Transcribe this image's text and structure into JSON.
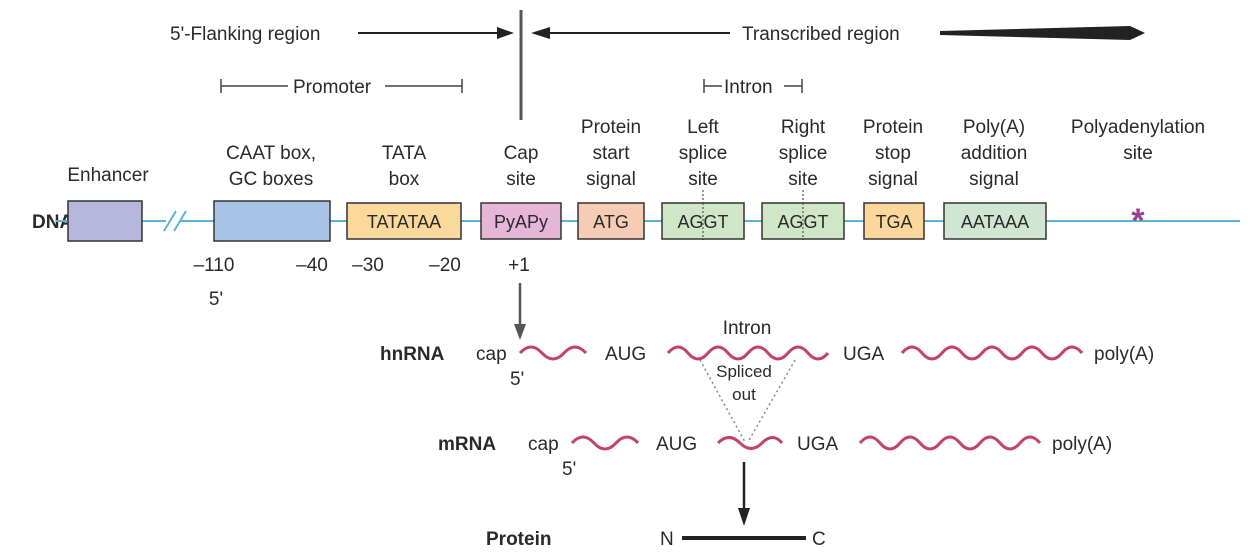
{
  "top": {
    "flanking": "5'-Flanking region",
    "transcribed": "Transcribed region",
    "promoter": "Promoter",
    "intron": "Intron"
  },
  "headers": {
    "enhancer": "Enhancer",
    "caat_1": "CAAT box,",
    "caat_2": "GC boxes",
    "tata_1": "TATA",
    "tata_2": "box",
    "cap_1": "Cap",
    "cap_2": "site",
    "pstart_1": "Protein",
    "pstart_2": "start",
    "pstart_3": "signal",
    "lsplice_1": "Left",
    "lsplice_2": "splice",
    "lsplice_3": "site",
    "rsplice_1": "Right",
    "rsplice_2": "splice",
    "rsplice_3": "site",
    "pstop_1": "Protein",
    "pstop_2": "stop",
    "pstop_3": "signal",
    "polya_1": "Poly(A)",
    "polya_2": "addition",
    "polya_3": "signal",
    "polyad_1": "Polyadenylation",
    "polyad_2": "site"
  },
  "dna": {
    "label": "DNA",
    "boxes": {
      "tata": "TATATAA",
      "cap": "PyAPy",
      "atg": "ATG",
      "left": "AGGT",
      "right": "AGGT",
      "tga": "TGA",
      "aataaa": "AATAAA"
    },
    "positions": {
      "p110": "–110",
      "p40": "–40",
      "p30": "–30",
      "p20": "–20",
      "p1": "+1",
      "five_prime": "5'"
    },
    "polyad_mark": "*"
  },
  "hnrna": {
    "label": "hnRNA",
    "cap": "cap",
    "five_prime": "5'",
    "aug": "AUG",
    "intron": "Intron",
    "uga": "UGA",
    "polya": "poly(A)",
    "spliced_1": "Spliced",
    "spliced_2": "out"
  },
  "mrna": {
    "label": "mRNA",
    "cap": "cap",
    "five_prime": "5'",
    "aug": "AUG",
    "uga": "UGA",
    "polya": "poly(A)"
  },
  "protein": {
    "label": "Protein",
    "n": "N",
    "c": "C"
  },
  "colors": {
    "dna_line": "#5ab4d6",
    "enhancer": "#b7b6dc",
    "caat": "#a9c3e6",
    "tata": "#fbd99a",
    "cap": "#e5b6d6",
    "atg": "#f6cdb4",
    "splice": "#cfe6c7",
    "tga": "#fbd79c",
    "aataaa": "#cfe6d2",
    "rna": "#c3416f",
    "star": "#9c3d8e"
  }
}
